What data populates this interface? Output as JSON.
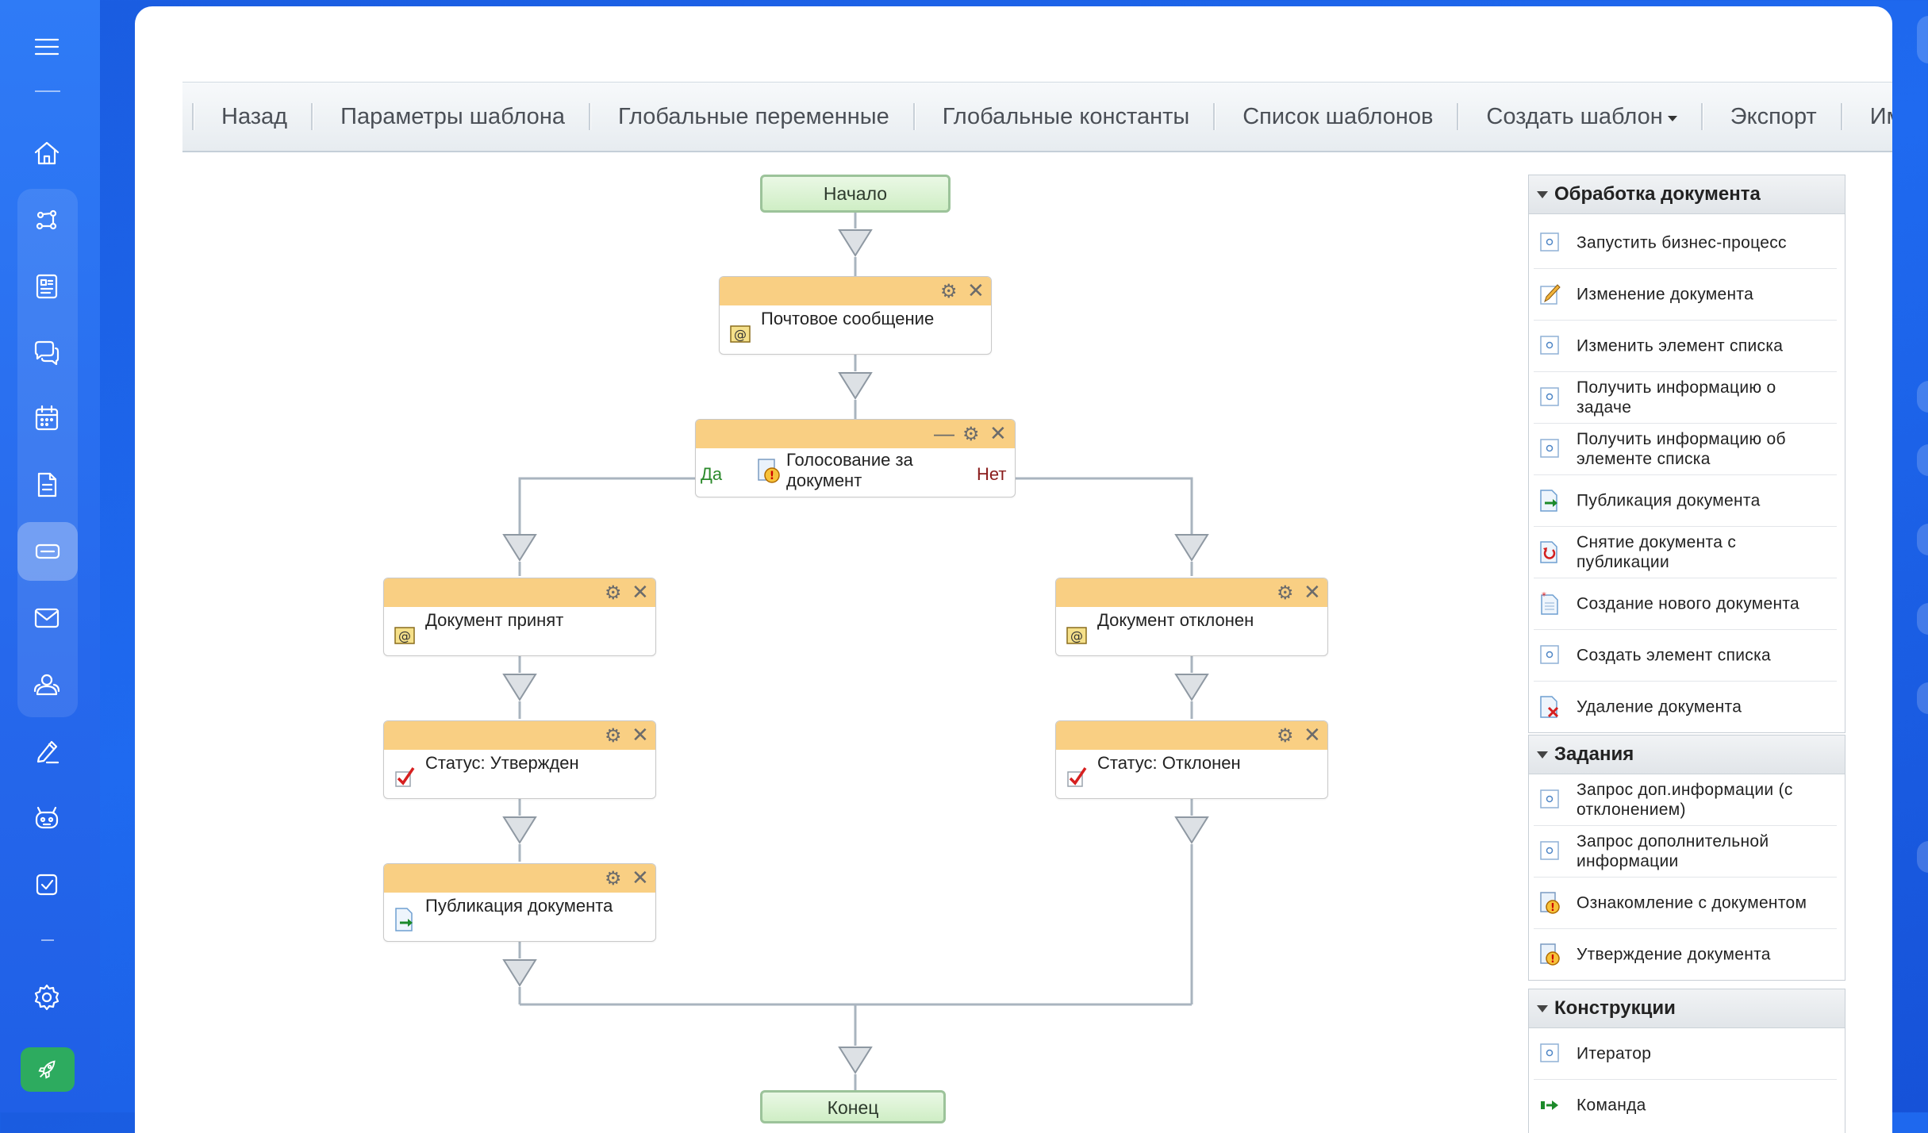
{
  "toolbar": {
    "items": [
      "Назад",
      "Параметры шаблона",
      "Глобальные переменные",
      "Глобальные константы",
      "Список шаблонов",
      "Создать шаблон",
      "Экспорт",
      "Имп"
    ]
  },
  "workflow": {
    "start": "Начало",
    "end": "Конец",
    "mail": "Почтовое сообщение",
    "vote": "Голосование за документ",
    "yes": "Да",
    "no": "Нет",
    "accepted": "Документ принят",
    "rejected": "Документ отклонен",
    "status_ok": "Статус: Утвержден",
    "status_no": "Статус: Отклонен",
    "publish": "Публикация документа"
  },
  "palette": {
    "processing_title": "Обработка документа",
    "processing": [
      "Запустить бизнес-процесс",
      "Изменение документа",
      "Изменить элемент списка",
      "Получить информацию о задаче",
      "Получить информацию об элементе списка",
      "Публикация документа",
      "Снятие документа с публикации",
      "Создание нового документа",
      "Создать элемент списка",
      "Удаление документа"
    ],
    "tasks_title": "Задания",
    "tasks": [
      "Запрос доп.информации (с отклонением)",
      "Запрос дополнительной информации",
      "Ознакомление с документом",
      "Утверждение документа"
    ],
    "constructs_title": "Конструкции",
    "constructs": [
      "Итератор",
      "Команда"
    ]
  }
}
